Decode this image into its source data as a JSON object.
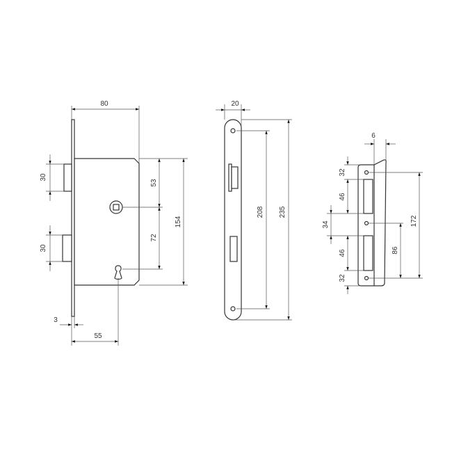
{
  "lock_case": {
    "width_label": "80",
    "latch_height_label": "30",
    "bolt_height_label": "30",
    "spindle_offset_label": "53",
    "centre_distance_label": "72",
    "case_height_label": "154",
    "faceplate_thickness_label": "3",
    "backset_label": "55"
  },
  "faceplate": {
    "width_label": "20",
    "screw_centres_label": "208",
    "length_label": "235"
  },
  "strike_plate": {
    "lip_label": "6",
    "top_label": "32",
    "upper_slot_label": "46",
    "middle_label": "34",
    "lower_slot_label": "46",
    "bottom_label": "32",
    "half_centres_label": "86",
    "screw_centres_label": "172"
  }
}
